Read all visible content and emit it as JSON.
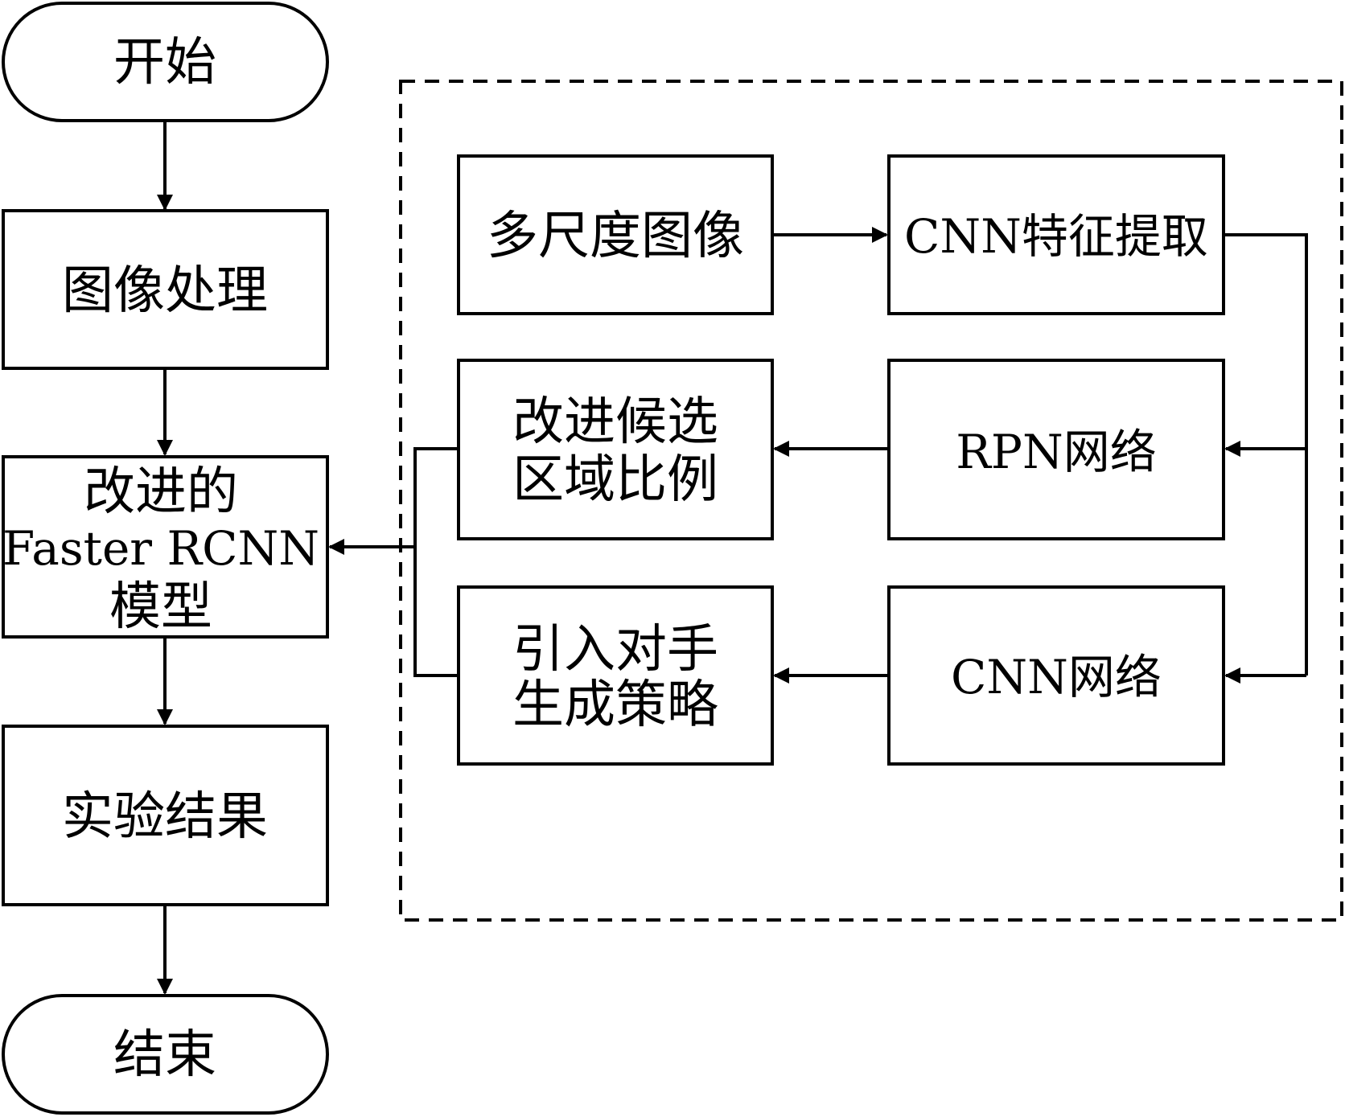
{
  "main_flow": {
    "start": "开始",
    "image_processing": "图像处理",
    "model_line1": "改进的",
    "model_line2": "Faster RCNN",
    "model_line3": "模型",
    "results": "实验结果",
    "end": "结束"
  },
  "detail": {
    "multi_scale": "多尺度图像",
    "cnn_feature": "CNN特征提取",
    "rpn": "RPN网络",
    "improve_line1": "改进候选",
    "improve_line2": "区域比例",
    "cnn_net": "CNN网络",
    "adversarial_line1": "引入对手",
    "adversarial_line2": "生成策略"
  }
}
